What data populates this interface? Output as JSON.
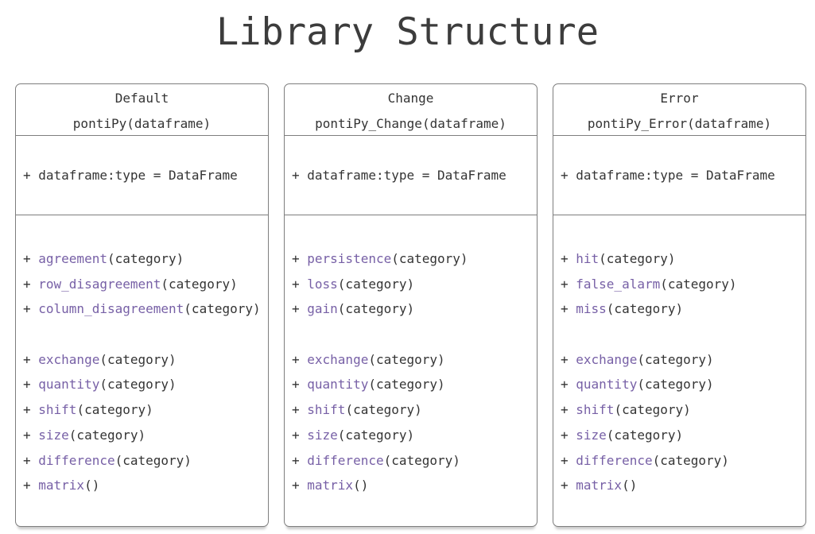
{
  "page": {
    "title": "Library Structure"
  },
  "colors": {
    "title": "#3c3c3c",
    "text": "#343434",
    "method": "#7760a6",
    "border": "#7e7e7e",
    "bg": "#ffffff"
  },
  "labels": {
    "visibility_prefix": "+"
  },
  "classes": [
    {
      "name": "Default",
      "signature": "pontiPy(dataframe)",
      "attributes": [
        "+ dataframe:type = DataFrame"
      ],
      "method_groups": [
        [
          {
            "name": "agreement",
            "params": "(category)"
          },
          {
            "name": "row_disagreement",
            "params": "(category)"
          },
          {
            "name": "column_disagreement",
            "params": "(category)"
          }
        ],
        [
          {
            "name": "exchange",
            "params": "(category)"
          },
          {
            "name": "quantity",
            "params": "(category)"
          },
          {
            "name": "shift",
            "params": "(category)"
          },
          {
            "name": "size",
            "params": "(category)"
          },
          {
            "name": "difference",
            "params": "(category)"
          },
          {
            "name": "matrix",
            "params": "()"
          }
        ]
      ]
    },
    {
      "name": "Change",
      "signature": "pontiPy_Change(dataframe)",
      "attributes": [
        "+ dataframe:type = DataFrame"
      ],
      "method_groups": [
        [
          {
            "name": "persistence",
            "params": "(category)"
          },
          {
            "name": "loss",
            "params": "(category)"
          },
          {
            "name": "gain",
            "params": "(category)"
          }
        ],
        [
          {
            "name": "exchange",
            "params": "(category)"
          },
          {
            "name": "quantity",
            "params": "(category)"
          },
          {
            "name": "shift",
            "params": "(category)"
          },
          {
            "name": "size",
            "params": "(category)"
          },
          {
            "name": "difference",
            "params": "(category)"
          },
          {
            "name": "matrix",
            "params": "()"
          }
        ]
      ]
    },
    {
      "name": "Error",
      "signature": "pontiPy_Error(dataframe)",
      "attributes": [
        "+ dataframe:type = DataFrame"
      ],
      "method_groups": [
        [
          {
            "name": "hit",
            "params": "(category)"
          },
          {
            "name": "false_alarm",
            "params": "(category)"
          },
          {
            "name": "miss",
            "params": "(category)"
          }
        ],
        [
          {
            "name": "exchange",
            "params": "(category)"
          },
          {
            "name": "quantity",
            "params": "(category)"
          },
          {
            "name": "shift",
            "params": "(category)"
          },
          {
            "name": "size",
            "params": "(category)"
          },
          {
            "name": "difference",
            "params": "(category)"
          },
          {
            "name": "matrix",
            "params": "()"
          }
        ]
      ]
    }
  ]
}
